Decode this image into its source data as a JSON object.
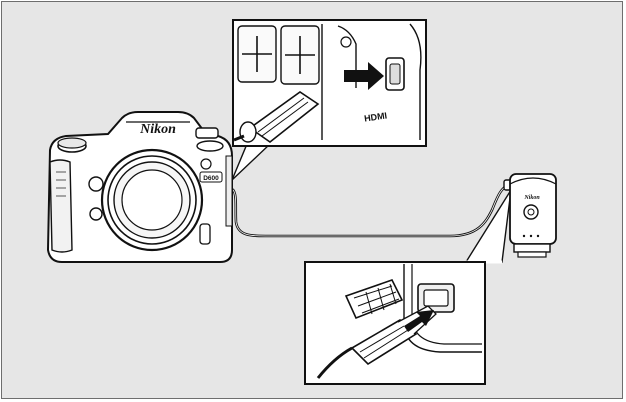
{
  "figure": {
    "background": "#e6e6e6",
    "frame_color": "#6e6e6e"
  },
  "camera": {
    "brand_label": "Nikon",
    "model_label": "D600",
    "body_color": "#ffffff",
    "outline_color": "#111111"
  },
  "transmitter": {
    "brand_label": "Nikon",
    "icon": "wireless-transmitter-icon"
  },
  "top_callout": {
    "port_label": "HDMI",
    "arrow_color": "#111111",
    "icon": "usb-port-closeup-icon"
  },
  "bottom_callout": {
    "icon": "usb-plug-closeup-icon"
  },
  "cable": {
    "color": "#111111"
  }
}
